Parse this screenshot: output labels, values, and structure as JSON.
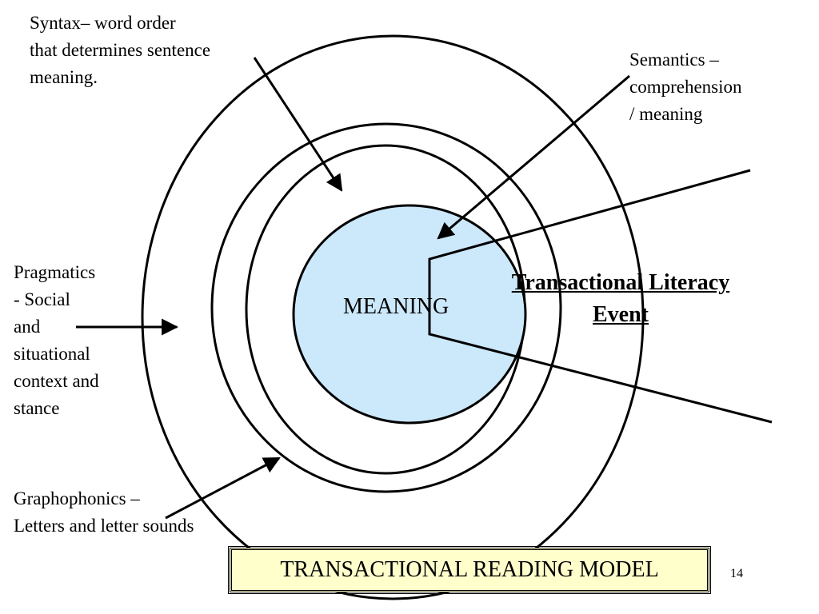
{
  "colors": {
    "center_fill": "#cce8fb",
    "title_box_fill": "#ffffcc",
    "stroke": "#000000"
  },
  "center": {
    "label": "MEANING"
  },
  "labels": {
    "syntax": [
      "Syntax– word order",
      "that determines sentence",
      "meaning."
    ],
    "semantics": [
      "Semantics –",
      "comprehension",
      "/ meaning"
    ],
    "pragmatics": [
      "Pragmatics",
      "- Social",
      "and",
      "situational",
      "context and",
      "stance"
    ],
    "graphophonics": [
      "Graphophonics –",
      "Letters and letter sounds"
    ]
  },
  "event_title": {
    "line1": "Transactional Literacy",
    "line2": "Event"
  },
  "model_title": "TRANSACTIONAL READING MODEL",
  "page_number": "14"
}
